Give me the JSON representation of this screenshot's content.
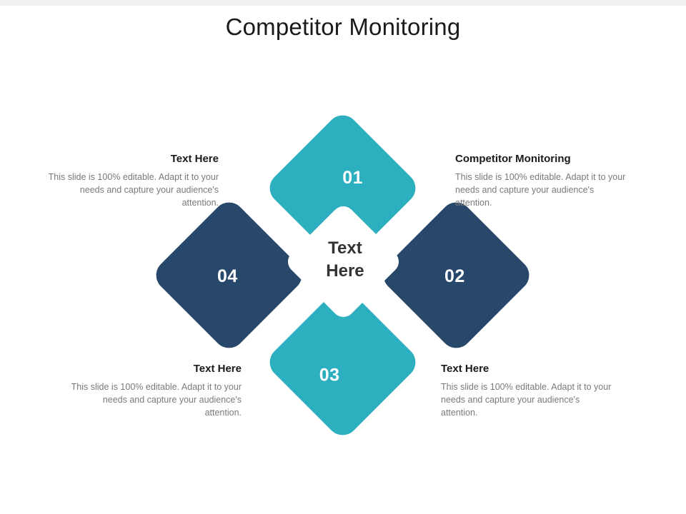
{
  "slide": {
    "title": "Competitor Monitoring",
    "background_color": "#FFFFFF",
    "top_strip_color": "#F0F0F0"
  },
  "theme": {
    "teal": "#2CAFBE",
    "navy": "#28486B",
    "center_fill": "#FFFFFF",
    "heading_color": "#1A1A1A",
    "body_color": "#7A7A7A",
    "number_color": "#FFFFFF",
    "center_text_color": "#333333"
  },
  "diagram": {
    "type": "four-part-diamond",
    "center": {
      "line1": "Text",
      "line2": "Here",
      "fill": "#FFFFFF"
    },
    "segments": [
      {
        "number": "01",
        "position": "top",
        "fill": "#2CAFBE"
      },
      {
        "number": "02",
        "position": "right",
        "fill": "#28486B"
      },
      {
        "number": "03",
        "position": "bottom",
        "fill": "#2CAFBE"
      },
      {
        "number": "04",
        "position": "left",
        "fill": "#28486B"
      }
    ]
  },
  "blocks": {
    "top_left": {
      "heading": "Text Here",
      "body": "This slide is 100% editable. Adapt it to your needs and capture your audience's attention."
    },
    "top_right": {
      "heading": "Competitor Monitoring",
      "body": "This slide is 100% editable. Adapt it to your needs and capture your audience's attention."
    },
    "bottom_left": {
      "heading": "Text Here",
      "body": "This slide is 100% editable. Adapt it to your needs and capture your audience's attention."
    },
    "bottom_right": {
      "heading": "Text Here",
      "body": "This slide is 100% editable. Adapt it to your needs and capture your audience's attention."
    }
  }
}
